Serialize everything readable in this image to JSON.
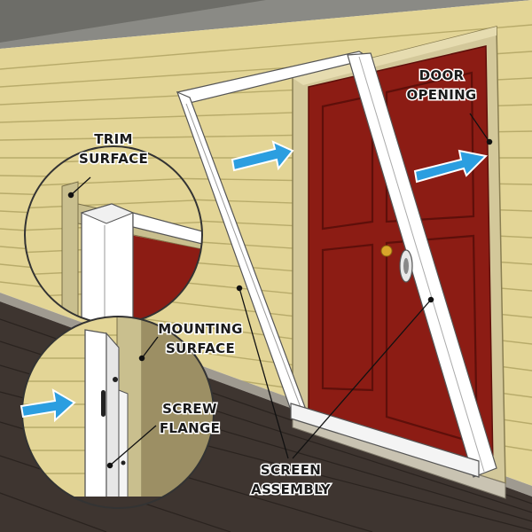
{
  "labels": {
    "door_opening": [
      "DOOR",
      "OPENING"
    ],
    "trim_surface": [
      "TRIM",
      "SURFACE"
    ],
    "mounting_surface": [
      "MOUNTING",
      "SURFACE"
    ],
    "screw_flange": [
      "SCREW",
      "FLANGE"
    ],
    "screen_assembly": [
      "SCREEN",
      "ASSEMBLY"
    ]
  },
  "icons": [
    "arrow-right-icon"
  ],
  "colors": {
    "siding": "#e3d596",
    "siding_shadow": "#b8ab6a",
    "deck": "#3e3530",
    "door": "#8c1c14",
    "door_panel_shadow": "#5e0f0a",
    "trim": "#d3c89a",
    "frame": "#ffffff",
    "arrow": "#2b9ee0",
    "knob": "#d9a52a"
  }
}
